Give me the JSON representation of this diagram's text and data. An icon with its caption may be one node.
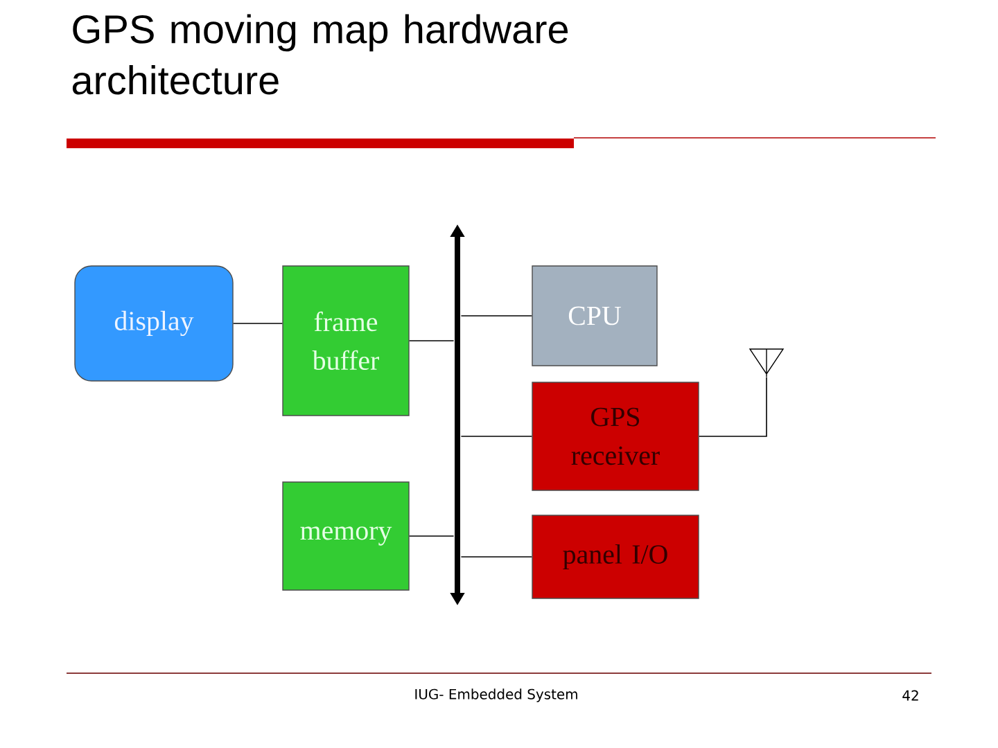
{
  "diagram": {
    "title": "GPS moving map hardware architecture",
    "nodes": [
      {
        "text": [
          "display"
        ]
      },
      {
        "text": [
          "frame buffer"
        ]
      },
      {
        "text": [],
        "shape": "bar"
      },
      {
        "text": [
          "CPU"
        ]
      },
      {
        "text": [],
        "shape": "antenna"
      },
      {
        "text": [
          "GPS receiver"
        ]
      },
      {
        "text": [
          "memory"
        ]
      },
      {
        "text": [
          "panel I/O"
        ]
      }
    ],
    "edges": [
      {
        "from": 0,
        "to": 1,
        "arrow": "none"
      },
      {
        "from": 1,
        "to": 2,
        "arrow": "none"
      },
      {
        "from": 3,
        "to": 2,
        "arrow": "none"
      },
      {
        "from": 5,
        "to": 2,
        "arrow": "none"
      },
      {
        "from": 5,
        "to": 4,
        "arrow": "none"
      },
      {
        "from": 6,
        "to": 2,
        "arrow": "none"
      },
      {
        "from": 7,
        "to": 2,
        "arrow": "none"
      }
    ],
    "labels": [
      "IUG- Embedded System",
      "42"
    ]
  }
}
